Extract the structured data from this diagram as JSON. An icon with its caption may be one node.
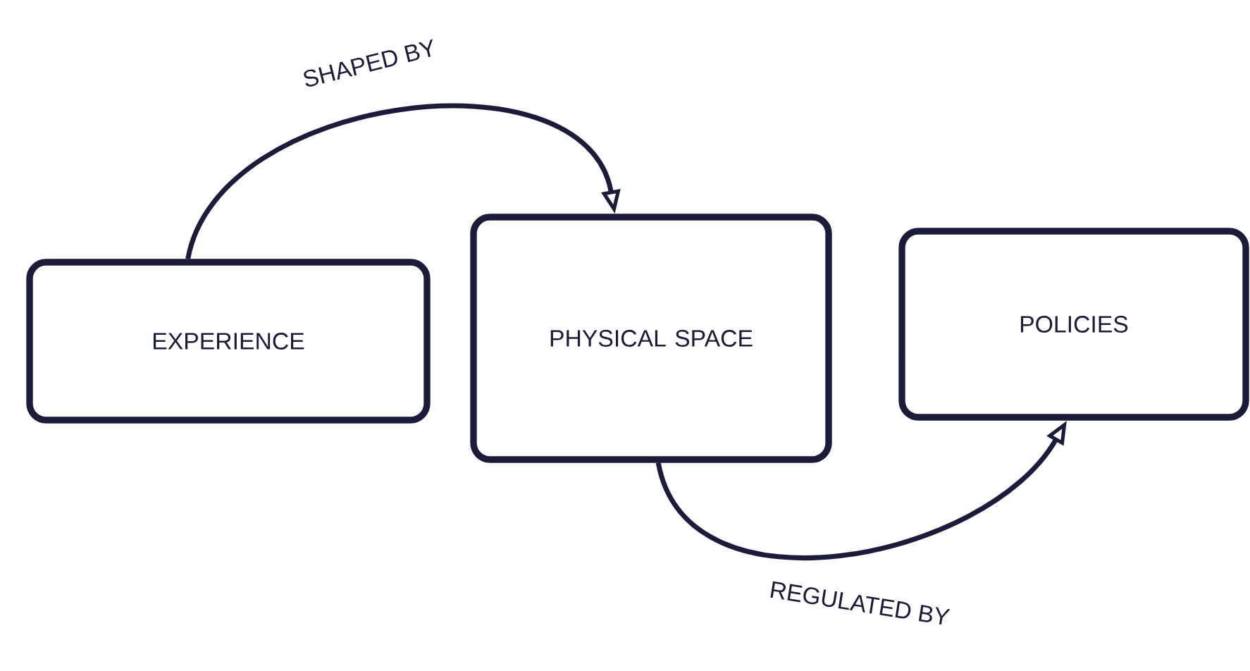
{
  "diagram": {
    "nodes": [
      {
        "text": [
          "EXPERIENCE"
        ]
      },
      {
        "text": [
          "PHYSICAL SPACE"
        ]
      },
      {
        "text": [
          "POLICIES"
        ]
      }
    ],
    "edges": [
      {
        "from": 0,
        "to": 1,
        "arrow": "to",
        "label": "SHAPED BY"
      },
      {
        "from": 1,
        "to": 2,
        "arrow": "to",
        "label": "REGULATED BY"
      }
    ]
  }
}
